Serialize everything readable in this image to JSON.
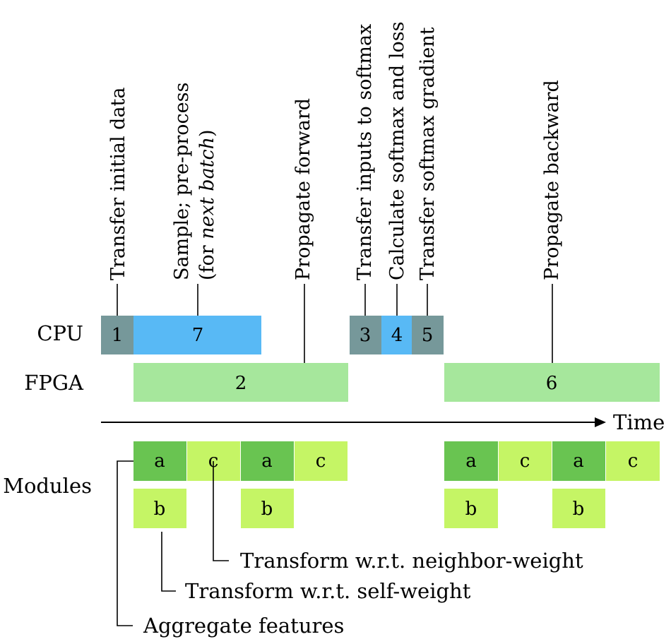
{
  "rows": {
    "cpu": "CPU",
    "fpga": "FPGA",
    "modules": "Modules"
  },
  "time_label": "Time",
  "cpu_blocks": [
    "1",
    "7",
    "3",
    "4",
    "5"
  ],
  "fpga_blocks": [
    "2",
    "6"
  ],
  "module_letters": {
    "a": "a",
    "b": "b",
    "c": "c"
  },
  "step_labels": {
    "transfer_initial": "Transfer initial data",
    "sample_line1": "Sample; pre-process",
    "sample_line2_prefix": "(for ",
    "sample_line2_italic": "next batch",
    "sample_line2_suffix": ")",
    "propagate_forward": "Propagate forward",
    "transfer_inputs": "Transfer inputs to softmax",
    "calculate_softmax": "Calculate softmax and loss",
    "transfer_gradient": "Transfer softmax gradient",
    "propagate_backward": "Propagate backward"
  },
  "module_legend": {
    "neighbor": "Transform w.r.t. neighbor-weight",
    "self": "Transform w.r.t. self-weight",
    "aggregate": "Aggregate features"
  },
  "colors": {
    "cpu_transfer": "#76989a",
    "cpu_compute": "#58b9f5",
    "fpga": "#a6e79c",
    "module_a": "#69c451",
    "module_bc": "#c5f565"
  }
}
